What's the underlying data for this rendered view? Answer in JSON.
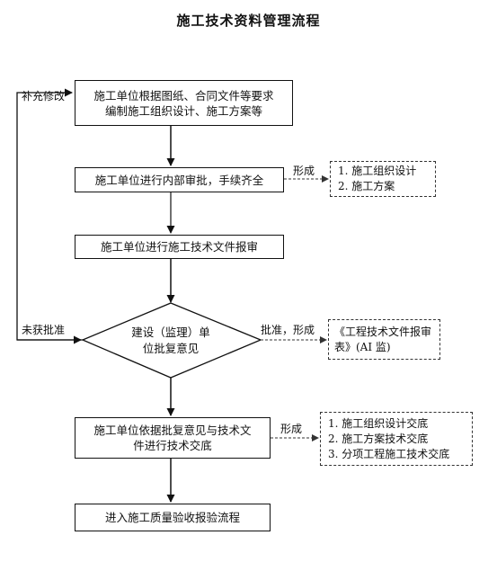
{
  "title": "施工技术资料管理流程",
  "steps": [
    {
      "line1": "施工单位根据图纸、合同文件等要求",
      "line2": "编制施工组织设计、施工方案等"
    },
    {
      "line1": "施工单位进行内部审批，手续齐全"
    },
    {
      "line1": "施工单位进行施工技术文件报审"
    },
    {
      "line1": "建设（监理）单",
      "line2": "位批复意见"
    },
    {
      "line1": "施工单位依据批复意见与技术文",
      "line2": "件进行技术交底"
    },
    {
      "line1": "进入施工质量验收报验流程"
    }
  ],
  "outputs": [
    {
      "label": "形成",
      "items": [
        "1. 施工组织设计",
        "2. 施工方案"
      ]
    },
    {
      "label": "批准，形成",
      "items": [
        "《工程技术文件报审",
        "表》(AI 监)"
      ]
    },
    {
      "label": "形成",
      "items": [
        "1. 施工组织设计交底",
        "2. 施工方案技术交底",
        "3. 分项工程施工技术交底"
      ]
    }
  ],
  "feedback": {
    "revise_label": "补充修改",
    "rejected_label": "未获批准"
  }
}
